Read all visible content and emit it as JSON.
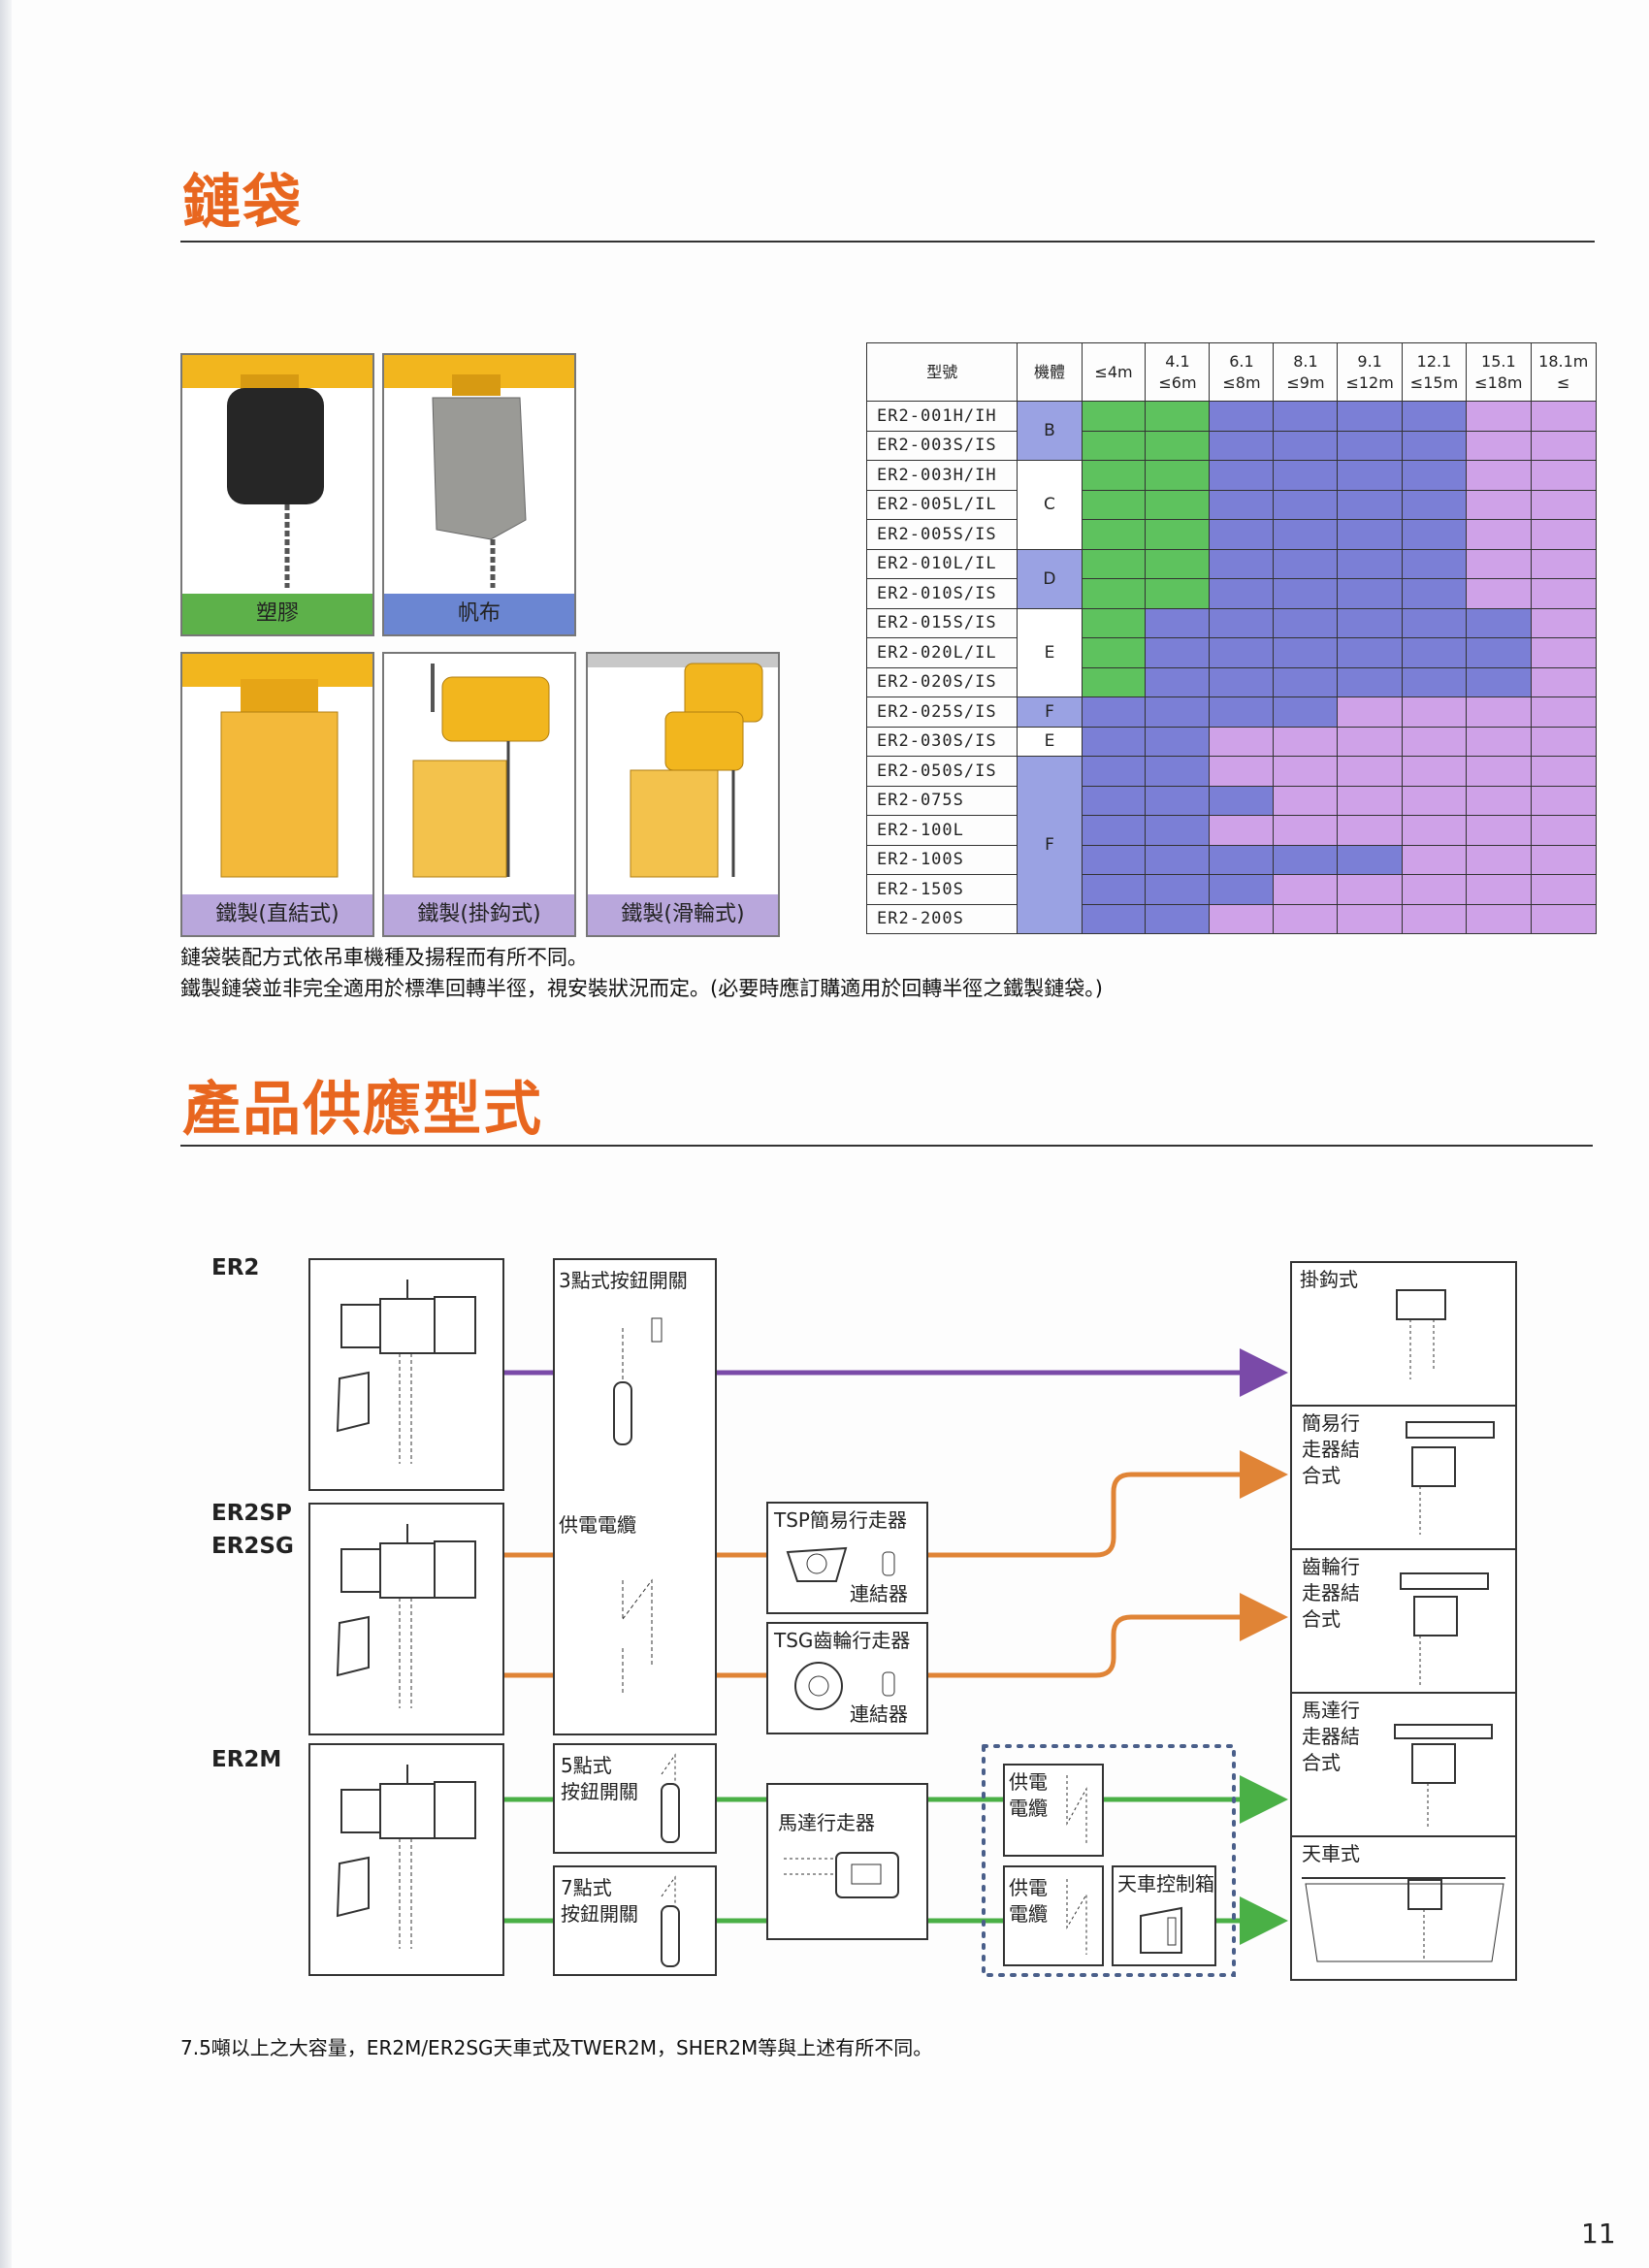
{
  "chain_bag": {
    "title": "鏈袋",
    "photos": [
      {
        "caption": "塑膠",
        "caption_color": "#5db14a"
      },
      {
        "caption": "帆布",
        "caption_color": "#6b86d2"
      },
      {
        "caption": "鐵製(直結式)",
        "caption_color": "#b9a7dc"
      },
      {
        "caption": "鐵製(掛鈎式)",
        "caption_color": "#b9a7dc"
      },
      {
        "caption": "鐵製(滑輪式)",
        "caption_color": "#b9a7dc"
      }
    ],
    "table": {
      "headers": [
        "型號",
        "機體",
        "≤4m",
        "4.1\n≤6m",
        "6.1\n≤8m",
        "8.1\n≤9m",
        "9.1\n≤12m",
        "12.1\n≤15m",
        "15.1\n≤18m",
        "18.1m\n≤"
      ],
      "colors": {
        "G": "#5ec25e",
        "B": "#7b7fd6",
        "V": "#cfa2e8",
        "body_blue": "#9aa2e3",
        "body_white": "#ffffff"
      },
      "rows": [
        {
          "model": "ER2-001H/IH",
          "cells": "GGBBBBVV"
        },
        {
          "model": "ER2-003S/IS",
          "cells": "GGBBBBVV"
        },
        {
          "model": "ER2-003H/IH",
          "cells": "GGBBBBVV"
        },
        {
          "model": "ER2-005L/IL",
          "cells": "GGBBBBVV"
        },
        {
          "model": "ER2-005S/IS",
          "cells": "GGBBBBVV"
        },
        {
          "model": "ER2-010L/IL",
          "cells": "GGBBBBVV"
        },
        {
          "model": "ER2-010S/IS",
          "cells": "GGBBBBVV"
        },
        {
          "model": "ER2-015S/IS",
          "cells": "GBBBBBBV"
        },
        {
          "model": "ER2-020L/IL",
          "cells": "GBBBBBBV"
        },
        {
          "model": "ER2-020S/IS",
          "cells": "GBBBBBBV"
        },
        {
          "model": "ER2-025S/IS",
          "cells": "BBBBVVVV"
        },
        {
          "model": "ER2-030S/IS",
          "cells": "BBVVVVVV"
        },
        {
          "model": "ER2-050S/IS",
          "cells": "BBVVVVVV"
        },
        {
          "model": "ER2-075S",
          "cells": "BBBVVVVV"
        },
        {
          "model": "ER2-100L",
          "cells": "BBVVVVVV"
        },
        {
          "model": "ER2-100S",
          "cells": "BBBBBVVV"
        },
        {
          "model": "ER2-150S",
          "cells": "BBBVVVVV"
        },
        {
          "model": "ER2-200S",
          "cells": "BBVVVVVV"
        }
      ],
      "body_groups": [
        {
          "label": "B",
          "span": 2,
          "shade": "blue"
        },
        {
          "label": "C",
          "span": 3,
          "shade": "white"
        },
        {
          "label": "D",
          "span": 2,
          "shade": "blue"
        },
        {
          "label": "E",
          "span": 3,
          "shade": "white"
        },
        {
          "label": "F",
          "span": 1,
          "shade": "blue"
        },
        {
          "label": "E",
          "span": 1,
          "shade": "white"
        },
        {
          "label": "F",
          "span": 6,
          "shade": "blue"
        }
      ]
    },
    "notes": [
      "鏈袋裝配方式依吊車機種及揚程而有所不同。",
      "鐵製鏈袋並非完全適用於標準回轉半徑，視安裝狀況而定。(必要時應訂購適用於回轉半徑之鐵製鏈袋。)"
    ]
  },
  "supply": {
    "title": "產品供應型式",
    "series": [
      "ER2",
      "ER2SP\nER2SG",
      "ER2M"
    ],
    "labels": {
      "switch3": "3點式按鈕開關",
      "power_cable": "供電電纜",
      "tsp": "TSP簡易行走器",
      "tsg": "TSG齒輪行走器",
      "connector": "連結器",
      "switch5": "5點式\n按鈕開關",
      "switch7": "7點式\n按鈕開關",
      "motor_trolley": "馬達行走器",
      "power_cable_short": "供電\n電纜",
      "crane_box": "天車控制箱"
    },
    "outputs": [
      "掛鈎式",
      "簡易行\n走器結\n合式",
      "齒輪行\n走器結\n合式",
      "馬達行\n走器結\n合式",
      "天車式"
    ],
    "arrow_colors": {
      "purple": "#7a4aa8",
      "orange": "#e08436",
      "green": "#4ab046"
    },
    "footnote": "7.5噸以上之大容量，ER2M/ER2SG天車式及TWER2M，SHER2M等與上述有所不同。"
  },
  "page_number": "11"
}
